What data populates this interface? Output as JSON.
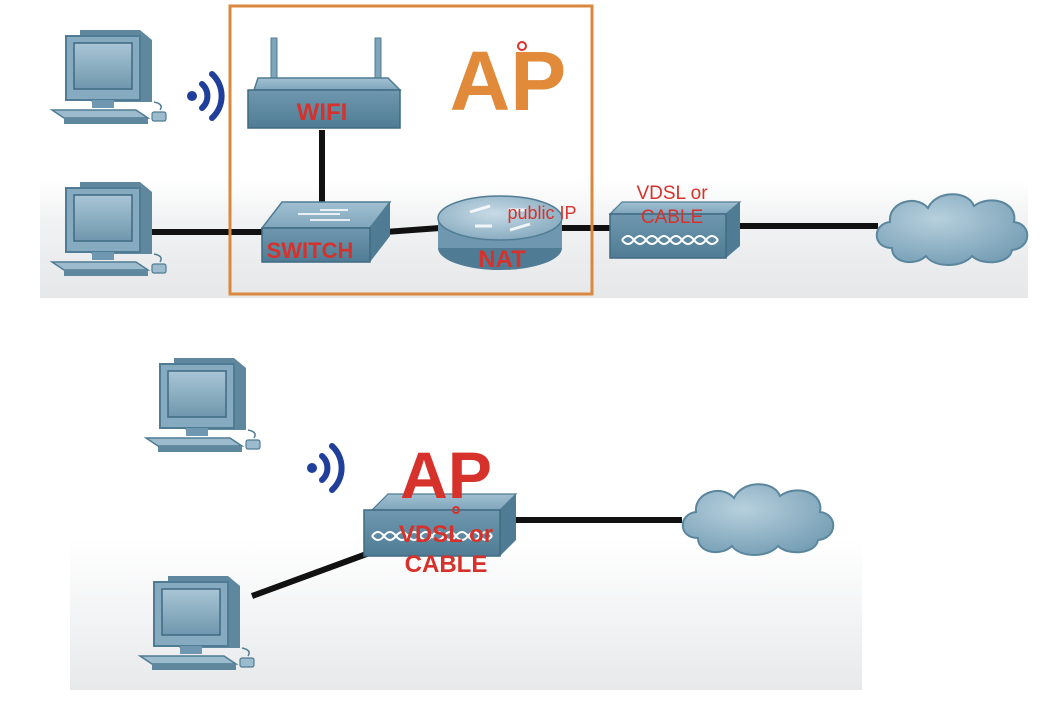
{
  "diagram_top": {
    "ap_label": "AP",
    "wifi_label": "WIFI",
    "switch_label": "SWITCH",
    "nat_label": "NAT",
    "public_ip_label": "public IP",
    "modem_label_line1": "VDSL or",
    "modem_label_line2": "CABLE"
  },
  "diagram_bottom": {
    "ap_label": "AP",
    "modem_label_line1": "VDSL or",
    "modem_label_line2": "CABLE"
  },
  "colors": {
    "device_fill": "#7fa7bd",
    "device_dark": "#4f7c94",
    "ap_box_border": "#d9883d",
    "ap_orange": "#e08a3a",
    "label_red": "#d6322b",
    "wifi_blue": "#1f3f9a",
    "cable": "#111111"
  }
}
